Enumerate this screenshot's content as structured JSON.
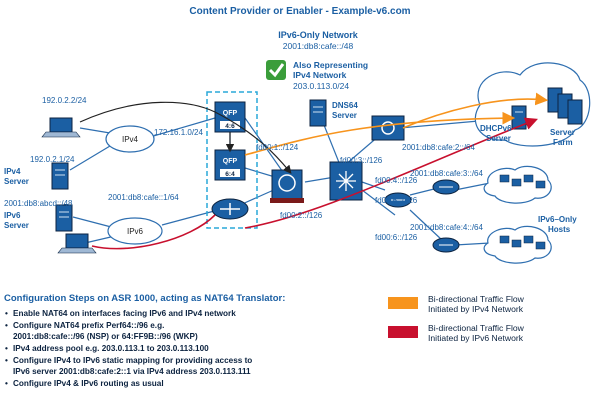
{
  "title": "Content Provider or Enabler - Example-v6.com",
  "ipv6_only_network": {
    "title": "IPv6-Only Network",
    "prefix": "2001:db8:cafe::/48"
  },
  "also_representing": {
    "line1": "Also Representing",
    "line2": "IPv4 Network",
    "prefix": "203.0.113.0/24"
  },
  "labels": {
    "ipv4_host1": "192.0.2.2/24",
    "ipv4_cloud": "IPv4",
    "ipv4_link": "172.16.1.0/24",
    "ipv4_server_addr": "192.0.2.1/24",
    "ipv4_server": [
      "IPv4",
      "Server"
    ],
    "ipv6_server_addr": "2001:db8:abcd::/48",
    "ipv6_server": [
      "IPv6",
      "Server"
    ],
    "ipv6_cloud": "IPv6",
    "ipv6_link": "2001:db8:cafe::1/64",
    "qfp1": "QFP",
    "qfp1_sub": "4:6",
    "qfp2": "QFP",
    "qfp2_sub": "6:4",
    "fd00_1": "fd00:1::/124",
    "fd00_2": "fd00:2::/126",
    "dns64": [
      "DNS64",
      "Server"
    ],
    "fd00_3": "fd00:3::/126",
    "fd00_4": "fd00:4::/126",
    "fd00_5": "fd00:5::/126",
    "fd00_6": "fd00:6::/126",
    "cafe_2": "2001:db8:cafe:2::/64",
    "cafe_3": "2001:db8:cafe:3::/64",
    "cafe_4": "2001:db8:cafe:4::/64",
    "dhcpv6": [
      "DHCPv6",
      "Server"
    ],
    "server_farm": [
      "Server",
      "Farm"
    ],
    "ipv6_only_hosts": [
      "IPv6–Only",
      "Hosts"
    ]
  },
  "config": {
    "heading": "Configuration Steps on ASR 1000, acting as NAT64 Translator:",
    "steps": [
      "Enable NAT64 on interfaces facing IPv6 and IPv4 network",
      "Configure NAT64 prefix Perf64::/96 e.g.\n2001:db8:cafe::/96 (NSP) or 64:FF9B::/96 (WKP)",
      "IPv4 address pool e.g. 203.0.113.1 to 203.0.113.100",
      "Configure IPv4 to IPv6 static mapping for providing access to\nIPv6 server 2001:db8:cafe:2::1 via IPv4 address 203.0.113.111",
      "Configure IPv4 & IPv6 routing as usual"
    ]
  },
  "legend": [
    {
      "color": "#f7941d",
      "text": "Bi-directional Traffic Flow\nInitiated by IPv4 Network"
    },
    {
      "color": "#c8102e",
      "text": "Bi-directional Traffic Flow\nInitiated by IPv6 Network"
    }
  ],
  "colors": {
    "blue": "#1b5fa3",
    "orange": "#f7941d",
    "red": "#c8102e",
    "check": "#3a9d3a",
    "link": "#2f6fb0"
  }
}
